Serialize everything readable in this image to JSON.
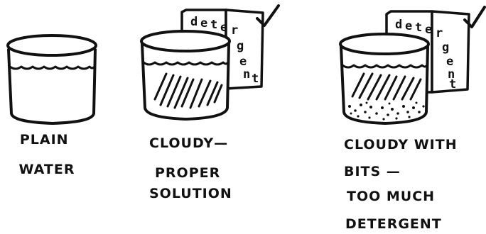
{
  "jars": [
    {
      "caption_lines": [
        "PLAIN",
        "WATER"
      ],
      "state": "plain"
    },
    {
      "caption_lines": [
        "CLOUDY—",
        "PROPER",
        "SOLUTION"
      ],
      "state": "cloudy",
      "package": {
        "letters": [
          "d",
          "e",
          "t",
          "e",
          "r",
          "g",
          "e",
          "n",
          "t"
        ]
      }
    },
    {
      "caption_lines": [
        "CLOUDY WITH",
        "BITS —",
        "TOO MUCH",
        "DETERGENT"
      ],
      "state": "cloudy-with-bits",
      "package": {
        "letters": [
          "d",
          "e",
          "t",
          "e",
          "r",
          "g",
          "e",
          "n",
          "t"
        ]
      }
    }
  ],
  "colors": {
    "ink": "#111111",
    "paper": "#ffffff"
  }
}
